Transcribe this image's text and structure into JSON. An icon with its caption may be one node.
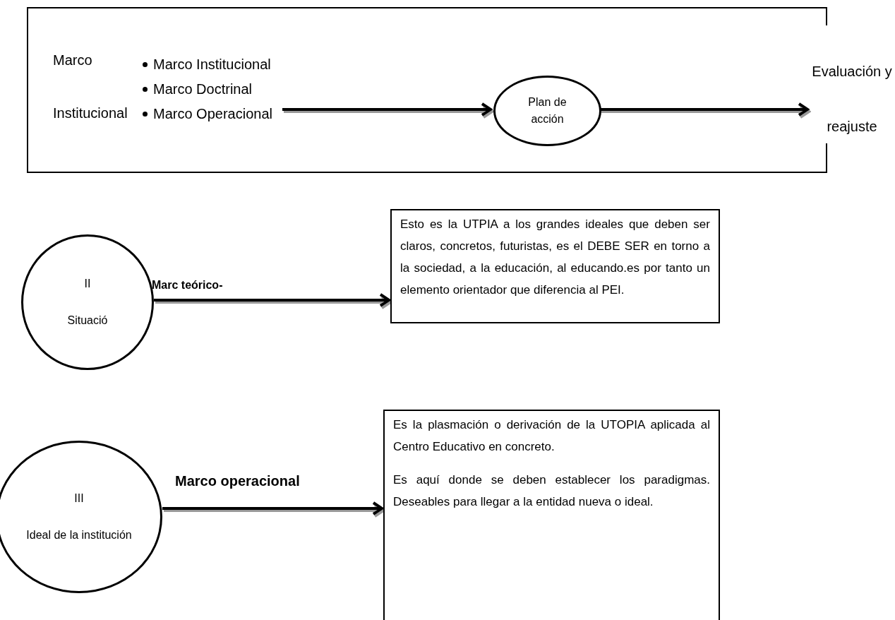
{
  "diagram": {
    "nodes": [
      {
        "text": [],
        "shape": "box"
      },
      {
        "text": [
          "Marco Institucional",
          "Marco Doctrinal",
          "Marco Operacional"
        ],
        "in": 0
      },
      {
        "text": [
          "Plan de acción"
        ],
        "in": 0
      },
      {
        "text": [
          "Evaluación y reajuste"
        ]
      },
      {
        "text": [
          "II",
          "Situació"
        ]
      },
      {
        "text": [
          "Esto es la UTPIA a los grandes ideales que deben ser claros, concretos, futuristas, es el DEBE SER en torno a la sociedad, a la educación, al educando.es por tanto un elemento orientador que diferencia al PEI."
        ]
      },
      {
        "text": [
          "III",
          "Ideal de la institución"
        ]
      },
      {
        "text": [
          "Es la plasmación o derivación de la UTOPIA aplicada al Centro Educativo en concreto.",
          "Es aquí donde se deben establecer los paradigmas. Deseables para llegar a la entidad nueva o ideal."
        ]
      }
    ],
    "edges": [
      {
        "from": 1,
        "to": 2,
        "arrow": "to"
      },
      {
        "from": 2,
        "to": 3,
        "arrow": "to"
      },
      {
        "from": 4,
        "to": 5,
        "arrow": "to",
        "label": "Marc teórico-"
      },
      {
        "from": 6,
        "to": 7,
        "arrow": "to",
        "label": "Marco operacional"
      }
    ],
    "labels": [
      "Marco Institucional"
    ]
  }
}
